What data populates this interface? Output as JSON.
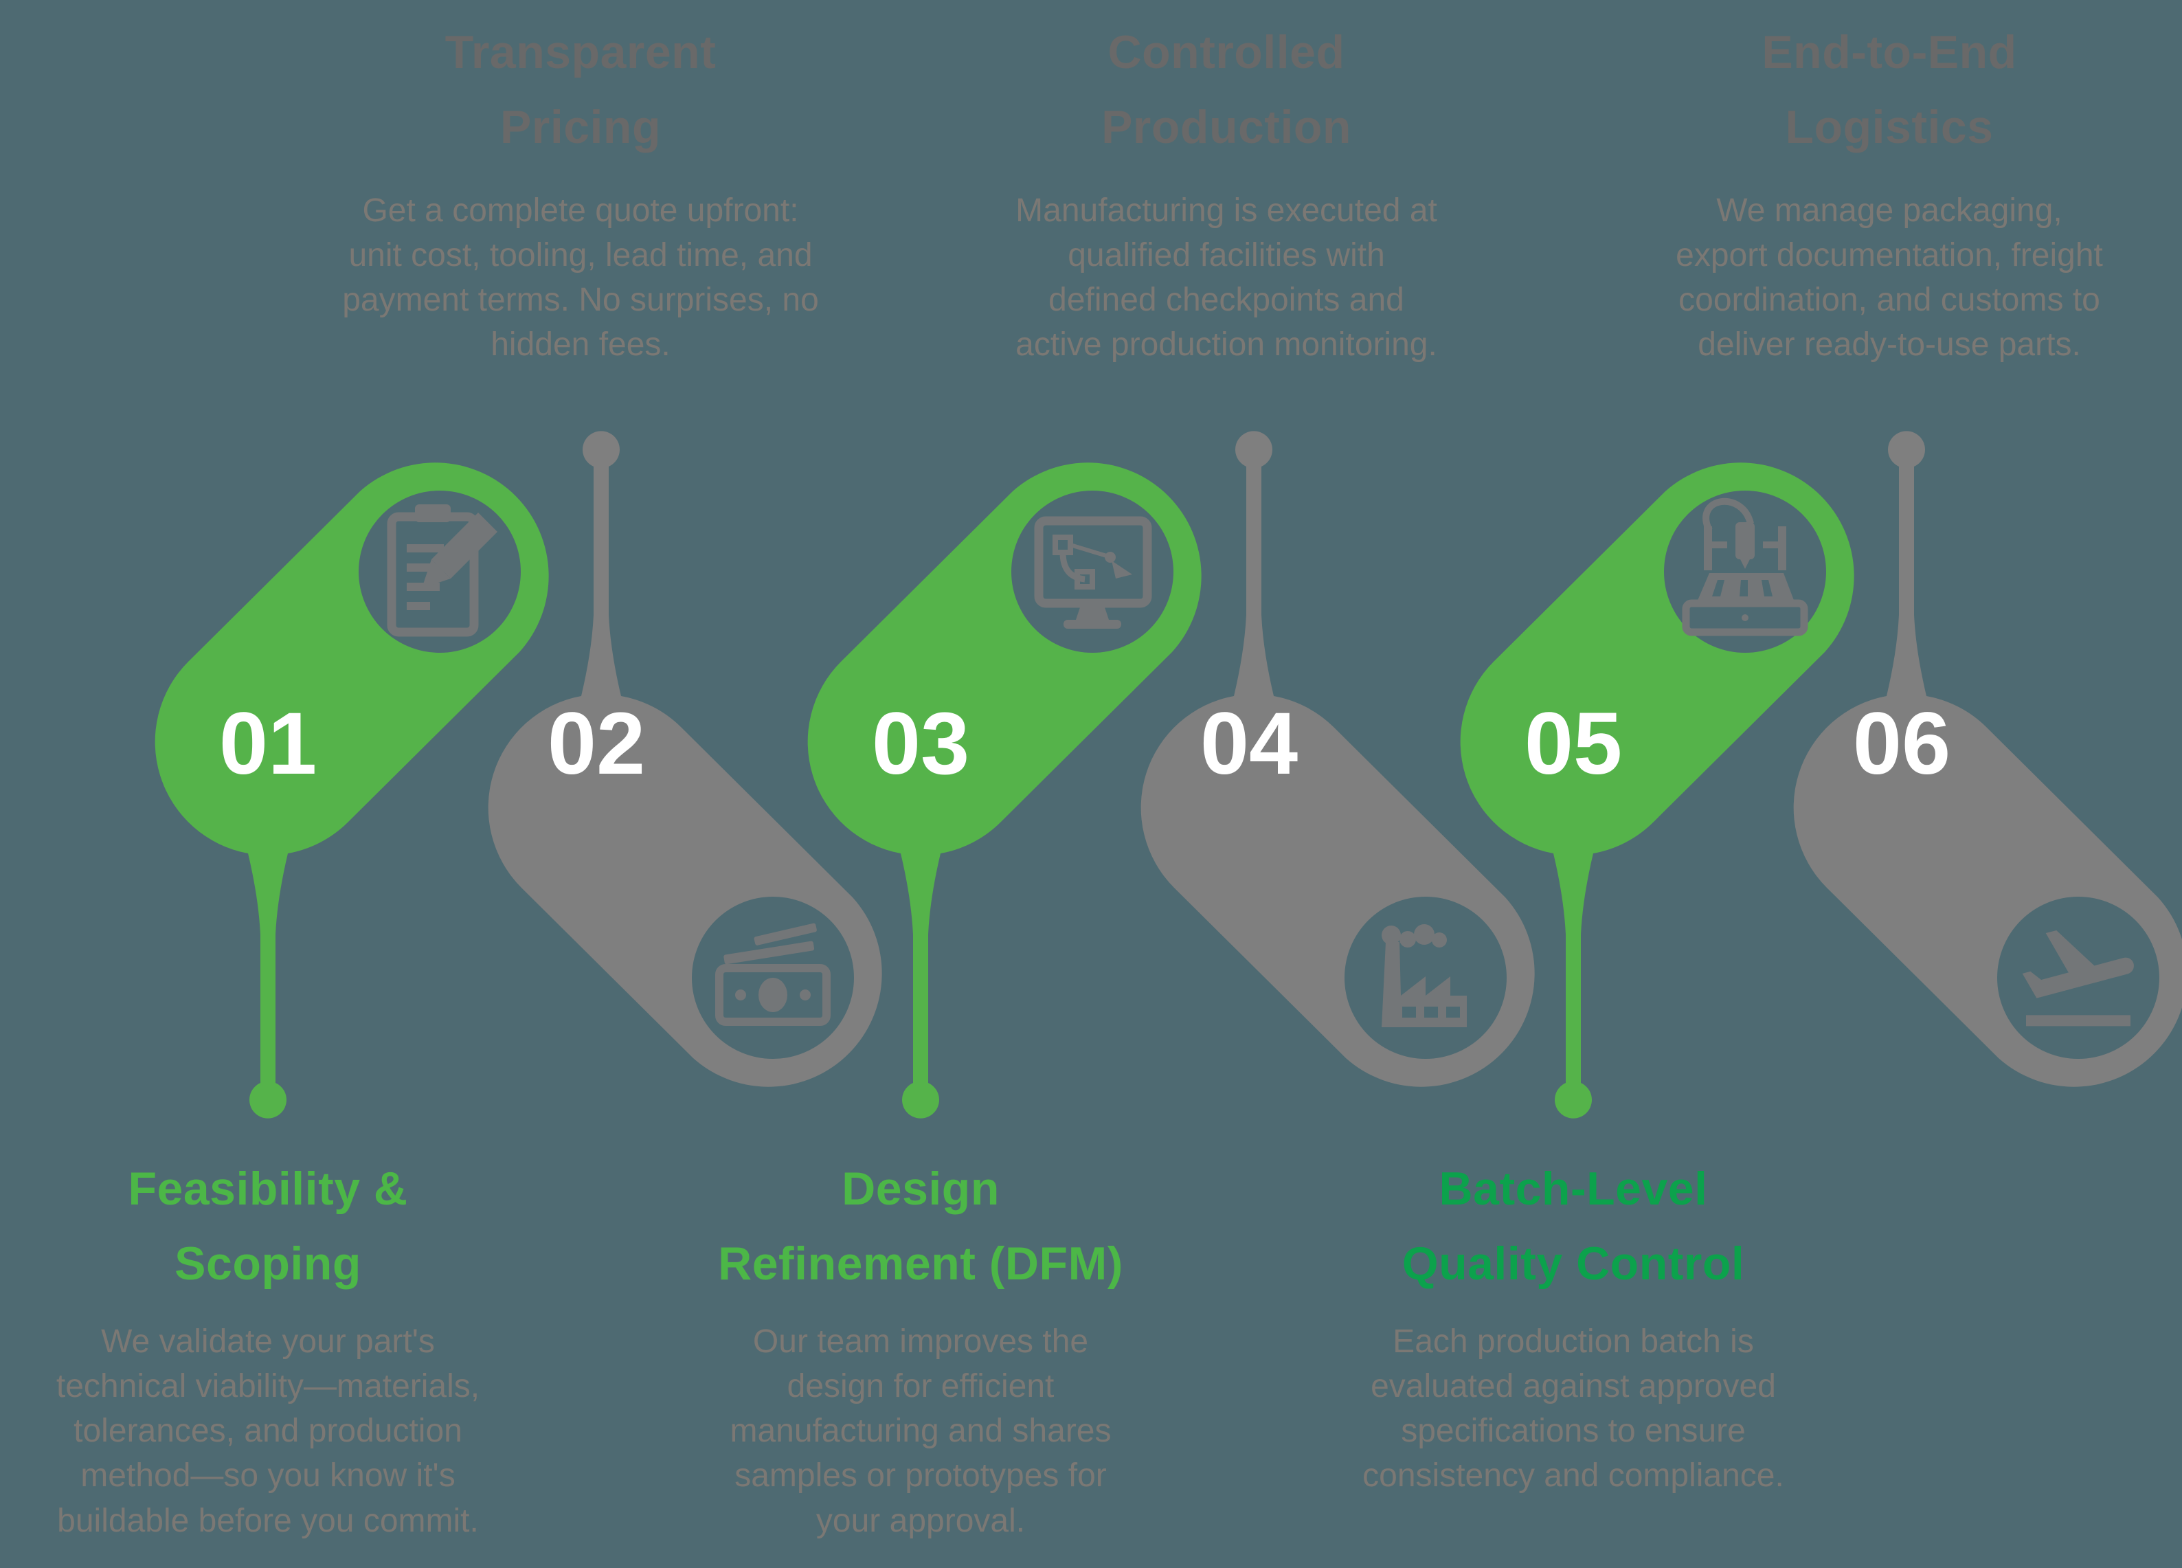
{
  "colors": {
    "background": "#4e6a72",
    "pill_green": "#55b34a",
    "pill_gray": "#7f7f7f",
    "icon_gray": "#737678",
    "number_white": "#ffffff",
    "top_title_gray": "#696969",
    "body_gray": "#7b7874",
    "green_title": "#4cb747",
    "emerald_title": "#0ca24c"
  },
  "top_blocks": [
    {
      "title_lines": [
        "Transparent",
        "Pricing"
      ],
      "desc_lines": [
        "Get a complete quote upfront:",
        "unit cost, tooling, lead time, and",
        "payment terms. No surprises, no",
        "hidden fees."
      ]
    },
    {
      "title_lines": [
        "Controlled",
        "Production"
      ],
      "desc_lines": [
        "Manufacturing is executed at",
        "qualified facilities with",
        "defined checkpoints and",
        "active production monitoring."
      ]
    },
    {
      "title_lines": [
        "End-to-End",
        "Logistics"
      ],
      "desc_lines": [
        "We manage packaging,",
        "export documentation, freight",
        "coordination, and customs to",
        "deliver ready-to-use parts."
      ]
    }
  ],
  "bottom_blocks": [
    {
      "title_lines": [
        "Feasibility &",
        "Scoping"
      ],
      "desc_lines": [
        "We validate your part's",
        "technical viability—materials,",
        "tolerances, and production",
        "method—so you know it's",
        "buildable before you commit."
      ]
    },
    {
      "title_lines": [
        "Design",
        "Refinement (DFM)"
      ],
      "desc_lines": [
        "Our team improves the",
        "design for efficient",
        "manufacturing and shares",
        "samples or prototypes for",
        "your approval."
      ]
    },
    {
      "title_lines": [
        "Batch-Level",
        "Quality Control"
      ],
      "desc_lines": [
        "Each production batch is",
        "evaluated against approved",
        "specifications to ensure",
        "consistency and compliance."
      ]
    }
  ],
  "steps": [
    {
      "number": "01",
      "icon": "clipboard-pencil-icon",
      "style": "green"
    },
    {
      "number": "02",
      "icon": "money-icon",
      "style": "gray"
    },
    {
      "number": "03",
      "icon": "monitor-design-icon",
      "style": "green"
    },
    {
      "number": "04",
      "icon": "factory-icon",
      "style": "gray"
    },
    {
      "number": "05",
      "icon": "cnc-machine-icon",
      "style": "green"
    },
    {
      "number": "06",
      "icon": "airplane-takeoff-icon",
      "style": "gray"
    }
  ]
}
